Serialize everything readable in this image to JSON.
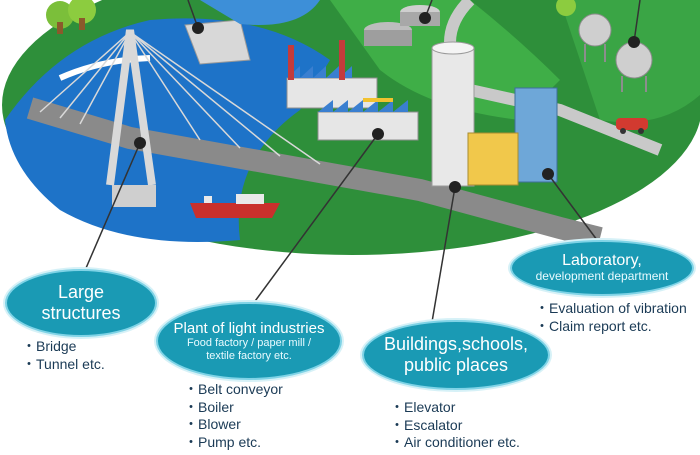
{
  "colors": {
    "bubble": "#1a9ab4",
    "ground": "#2e8f3a",
    "water": "#1e73c8",
    "road": "#8a8a8a",
    "list_text": "#1a3a55"
  },
  "labels": {
    "large_structures": {
      "title_line1": "Large",
      "title_line2": "structures",
      "items": [
        "Bridge",
        "Tunnel etc."
      ]
    },
    "light_industries": {
      "title": "Plant of light industries",
      "sub_line1": "Food factory / paper mill /",
      "sub_line2": "textile factory etc.",
      "items": [
        "Belt conveyor",
        "Boiler",
        "Blower",
        "Pump etc."
      ]
    },
    "buildings": {
      "title_line1": "Buildings,schools,",
      "title_line2": "public places",
      "items": [
        "Elevator",
        "Escalator",
        "Air conditioner etc."
      ]
    },
    "laboratory": {
      "title": "Laboratory,",
      "sub": "development department",
      "items": [
        "Evaluation of vibration",
        "Claim report etc."
      ]
    }
  }
}
